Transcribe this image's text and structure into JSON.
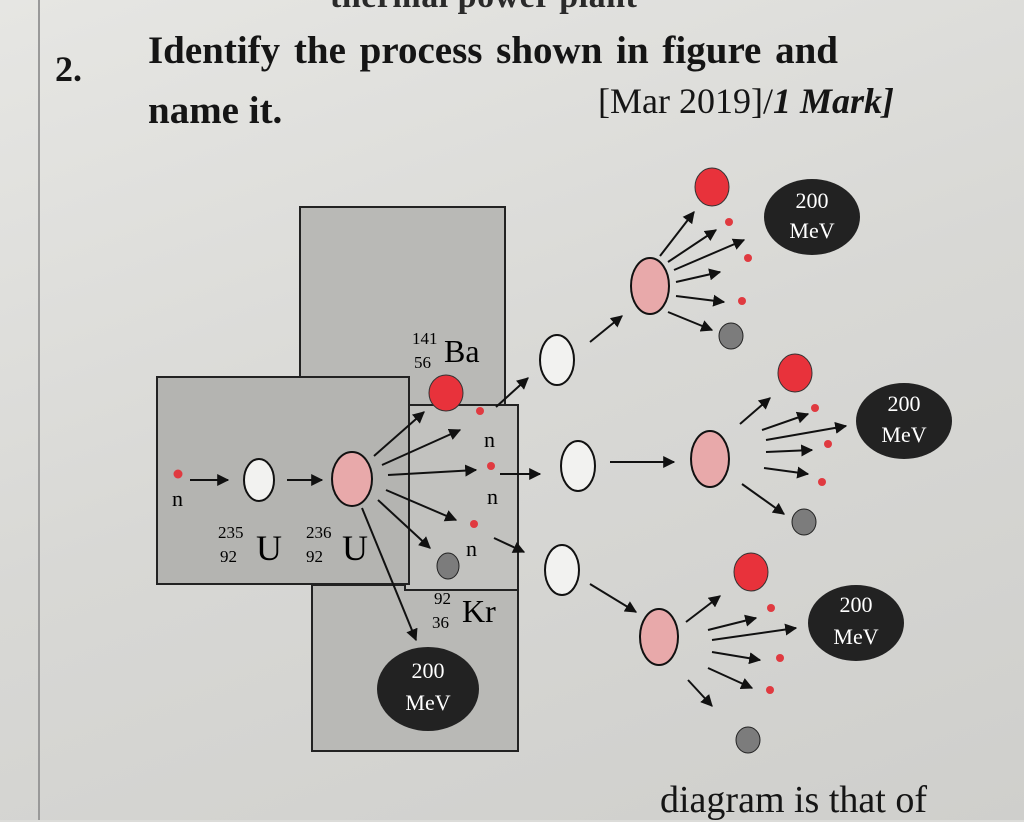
{
  "question": {
    "number": "2.",
    "line1": "Identify the process shown in figure and",
    "line2": "name it.",
    "reference": "[Mar 2019]/",
    "mark": "1 Mark]"
  },
  "cut_text": {
    "top": "thermal power plant",
    "bottom": "diagram is that of"
  },
  "figure": {
    "neutron_label": "n",
    "u235": {
      "mass": "235",
      "atomic": "92",
      "symbol": "U"
    },
    "u236": {
      "mass": "236",
      "atomic": "92",
      "symbol": "U"
    },
    "ba": {
      "mass": "141",
      "atomic": "56",
      "symbol": "Ba"
    },
    "kr": {
      "mass": "92",
      "atomic": "36",
      "symbol": "Kr"
    },
    "energy_value": "200",
    "energy_unit": "MeV",
    "colors": {
      "nucleus_fill": "#e8a9aa",
      "fragment_red": "#e8323b",
      "fragment_gray": "#7c7c7c",
      "neutron_dot": "#e03a40",
      "box_fill": "#b9b9b6",
      "energy_badge": "#222222"
    }
  }
}
